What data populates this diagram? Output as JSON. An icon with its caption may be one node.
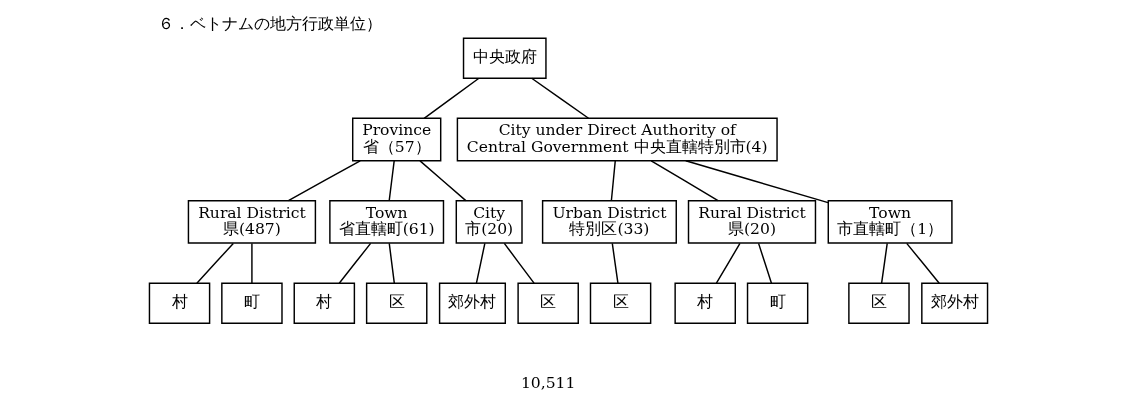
{
  "diagram": {
    "title": "６．ベトナムの地方行政単位）",
    "nodes": [
      {
        "text": [
          "中央政府"
        ]
      },
      {
        "text": [
          "Province 省（57）"
        ]
      },
      {
        "text": [
          "City under Direct Authority of Central Government 中央直轄特別市(4)"
        ]
      },
      {
        "text": [
          "Rural District 県(487)"
        ]
      },
      {
        "text": [
          "Town 省直轄町(61)"
        ]
      },
      {
        "text": [
          "City 市(20)"
        ]
      },
      {
        "text": [
          "Urban District 特別区(33)"
        ]
      },
      {
        "text": [
          "Rural District 県(20)"
        ]
      },
      {
        "text": [
          "Town 市直轄町（1）"
        ]
      },
      {
        "text": [
          "村"
        ]
      },
      {
        "text": [
          "町"
        ]
      },
      {
        "text": [
          "村"
        ]
      },
      {
        "text": [
          "区"
        ]
      },
      {
        "text": [
          "郊外村"
        ]
      },
      {
        "text": [
          "区"
        ]
      },
      {
        "text": [
          "区"
        ]
      },
      {
        "text": [
          "村"
        ]
      },
      {
        "text": [
          "町"
        ]
      },
      {
        "text": [
          "区"
        ]
      },
      {
        "text": [
          "郊外村"
        ]
      }
    ],
    "edges": [
      {
        "from": 0,
        "to": 1,
        "arrow": "none"
      },
      {
        "from": 0,
        "to": 2,
        "arrow": "none"
      },
      {
        "from": 1,
        "to": 3,
        "arrow": "none"
      },
      {
        "from": 1,
        "to": 4,
        "arrow": "none"
      },
      {
        "from": 1,
        "to": 5,
        "arrow": "none"
      },
      {
        "from": 2,
        "to": 6,
        "arrow": "none"
      },
      {
        "from": 2,
        "to": 7,
        "arrow": "none"
      },
      {
        "from": 2,
        "to": 8,
        "arrow": "none"
      },
      {
        "from": 3,
        "to": 9,
        "arrow": "none"
      },
      {
        "from": 3,
        "to": 10,
        "arrow": "none"
      },
      {
        "from": 4,
        "to": 11,
        "arrow": "none"
      },
      {
        "from": 4,
        "to": 12,
        "arrow": "none"
      },
      {
        "from": 5,
        "to": 13,
        "arrow": "none"
      },
      {
        "from": 5,
        "to": 14,
        "arrow": "none"
      },
      {
        "from": 6,
        "to": 15,
        "arrow": "none"
      },
      {
        "from": 7,
        "to": 16,
        "arrow": "none"
      },
      {
        "from": 7,
        "to": 17,
        "arrow": "none"
      },
      {
        "from": 8,
        "to": 18,
        "arrow": "none"
      },
      {
        "from": 8,
        "to": 19,
        "arrow": "none"
      }
    ],
    "labels": [
      "10,511"
    ]
  }
}
